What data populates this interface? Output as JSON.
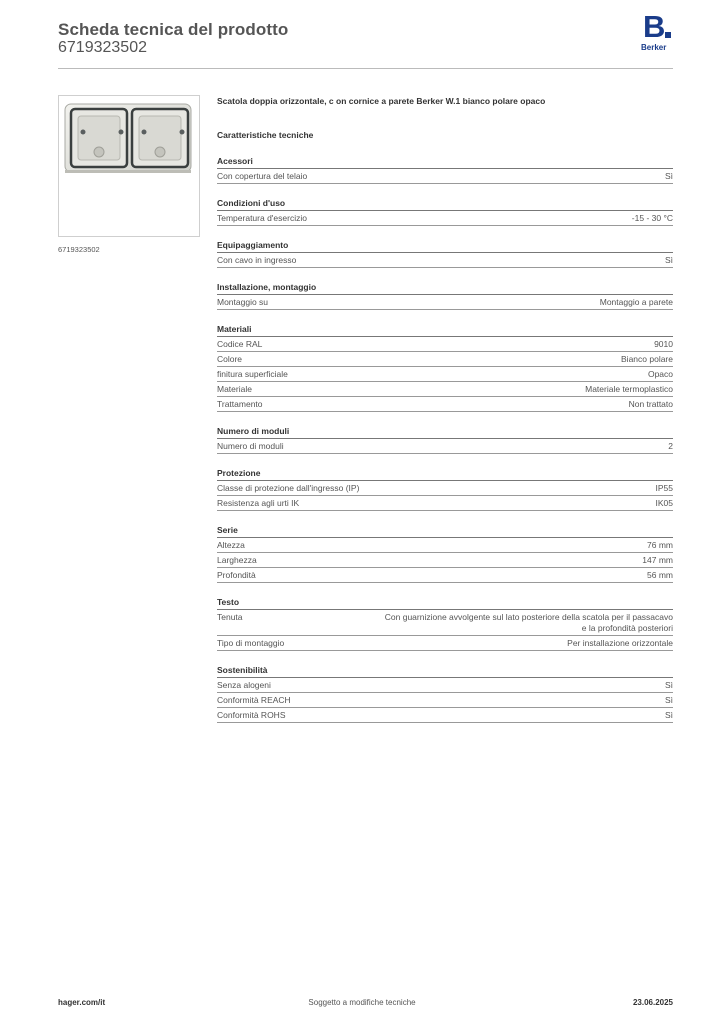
{
  "header": {
    "title": "Scheda tecnica del prodotto",
    "code": "6719323502",
    "logo_text": "Berker",
    "logo_letter": "B"
  },
  "product": {
    "image_caption": "6719323502",
    "description": "Scatola doppia orizzontale, c on cornice a parete Berker W.1 bianco polare opaco",
    "tech_title": "Caratteristiche tecniche"
  },
  "sections": [
    {
      "title": "Acessori",
      "rows": [
        {
          "label": "Con copertura del telaio",
          "value": "Sì"
        }
      ]
    },
    {
      "title": "Condizioni d'uso",
      "rows": [
        {
          "label": "Temperatura d'esercizio",
          "value": "-15 - 30 °C"
        }
      ]
    },
    {
      "title": "Equipaggiamento",
      "rows": [
        {
          "label": "Con cavo in ingresso",
          "value": "Sì"
        }
      ]
    },
    {
      "title": "Installazione, montaggio",
      "rows": [
        {
          "label": "Montaggio su",
          "value": "Montaggio a parete"
        }
      ]
    },
    {
      "title": "Materiali",
      "rows": [
        {
          "label": "Codice RAL",
          "value": "9010"
        },
        {
          "label": "Colore",
          "value": "Bianco polare"
        },
        {
          "label": "finitura superficiale",
          "value": "Opaco"
        },
        {
          "label": "Materiale",
          "value": "Materiale termoplastico"
        },
        {
          "label": "Trattamento",
          "value": "Non trattato"
        }
      ]
    },
    {
      "title": "Numero di moduli",
      "rows": [
        {
          "label": "Numero di moduli",
          "value": "2"
        }
      ]
    },
    {
      "title": "Protezione",
      "rows": [
        {
          "label": "Classe di protezione dall'ingresso (IP)",
          "value": "IP55"
        },
        {
          "label": "Resistenza agli urti IK",
          "value": "IK05"
        }
      ]
    },
    {
      "title": "Serie",
      "rows": [
        {
          "label": "Altezza",
          "value": "76 mm"
        },
        {
          "label": "Larghezza",
          "value": "147 mm"
        },
        {
          "label": "Profondità",
          "value": "56 mm"
        }
      ]
    },
    {
      "title": "Testo",
      "rows": [
        {
          "label": "Tenuta",
          "value": "Con guarnizione avvolgente sul lato posteriore della scatola per il passacavo e la profondità posteriori"
        },
        {
          "label": "Tipo di montaggio",
          "value": "Per installazione orizzontale"
        }
      ]
    },
    {
      "title": "Sostenibilità",
      "rows": [
        {
          "label": "Senza alogeni",
          "value": "Sì"
        },
        {
          "label": "Conformità REACH",
          "value": "Sì"
        },
        {
          "label": "Conformità ROHS",
          "value": "Sì"
        }
      ]
    }
  ],
  "footer": {
    "website": "hager.com/it",
    "note": "Soggetto a modifiche tecniche",
    "date": "23.06.2025"
  },
  "colors": {
    "brand": "#1a3c8a"
  }
}
